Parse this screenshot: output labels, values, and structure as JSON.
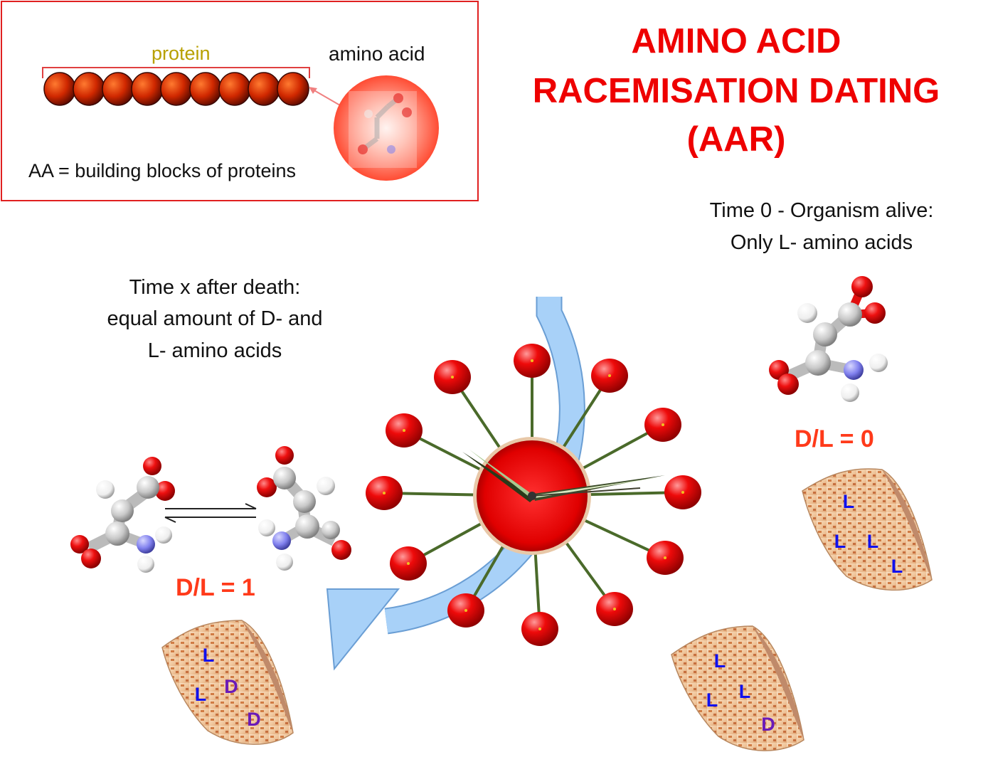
{
  "inset": {
    "protein_label": "protein",
    "amino_acid_label": "amino acid",
    "caption": "AA = building blocks of proteins"
  },
  "title": {
    "line1": "AMINO ACID",
    "line2": "RACEMISATION DATING",
    "line3": "(AAR)"
  },
  "time0": {
    "line1": "Time 0 - Organism alive:",
    "line2": "Only L- amino acids",
    "ratio": "D/L = 0"
  },
  "timex": {
    "line1": "Time x after death:",
    "line2": "equal amount of D- and",
    "line3": "L- amino acids",
    "ratio": "D/L = 1"
  },
  "shells": {
    "right": [
      "L",
      "L",
      "L",
      "L"
    ],
    "middle": [
      "L",
      "L",
      "L",
      "D"
    ],
    "left": [
      "L",
      "L",
      "D",
      "D"
    ]
  },
  "colors": {
    "title": "#ee0000",
    "ratio": "#ff3a1a",
    "arrow": "#9dcaf6",
    "L_letter": "#1010ee",
    "D_letter": "#6a1ab8"
  }
}
